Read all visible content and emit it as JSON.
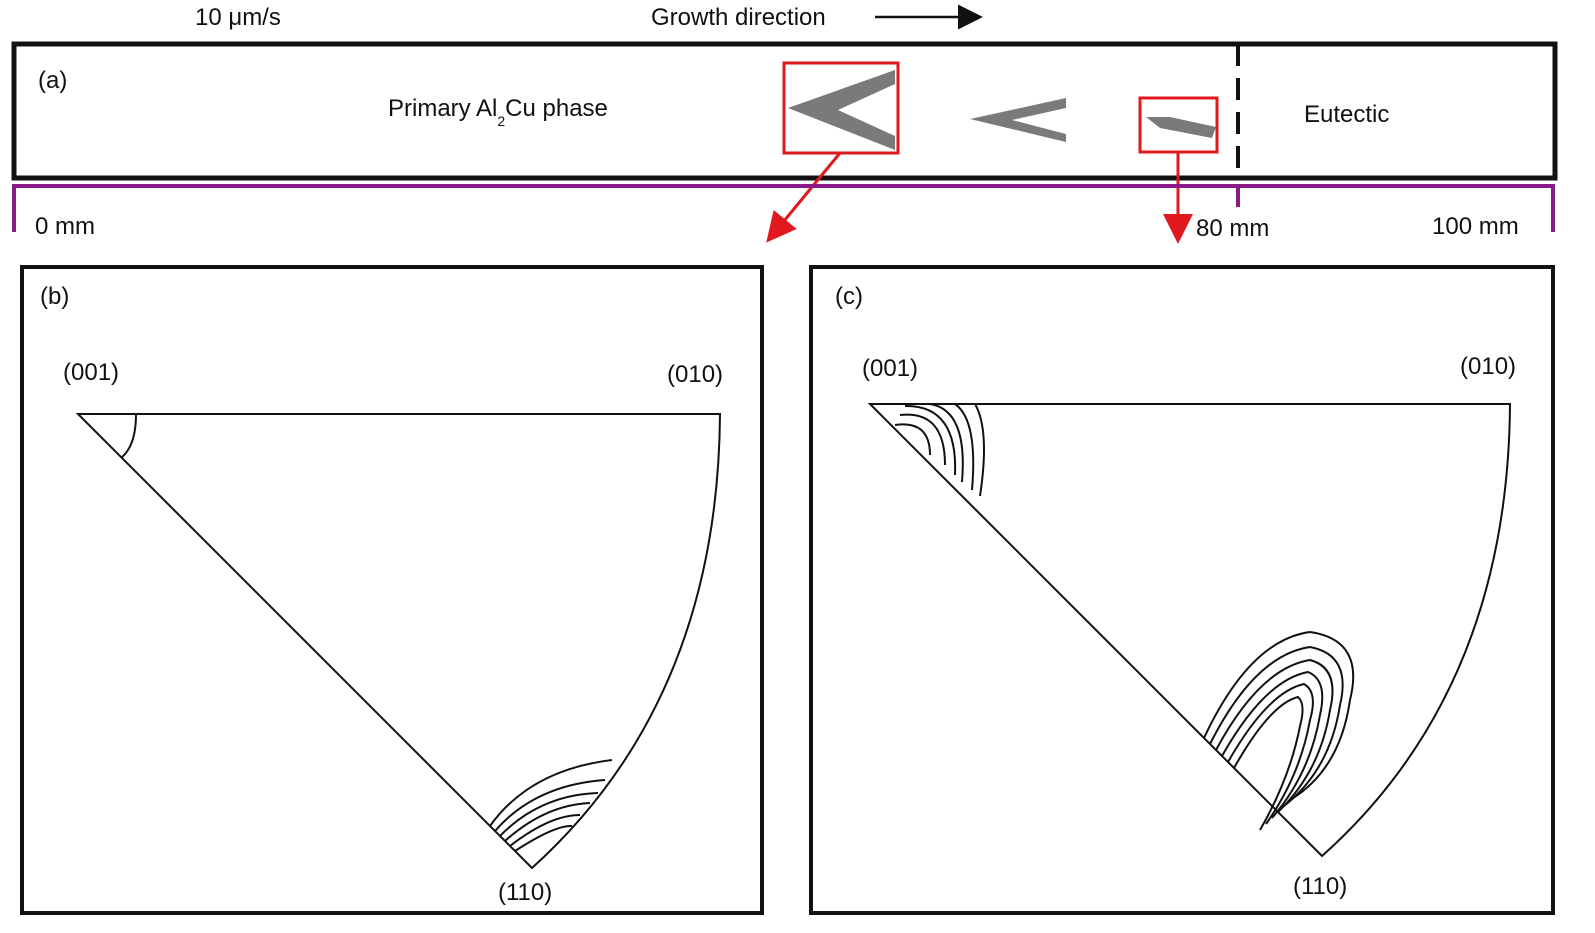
{
  "header": {
    "speed": "10 μm/s",
    "growth_direction": "Growth direction"
  },
  "panel_a": {
    "label": "(a)",
    "primary_phase_prefix": "Primary Al",
    "primary_phase_sub": "2",
    "primary_phase_suffix": "Cu phase",
    "eutectic": "Eutectic",
    "scale": {
      "start": "0 mm",
      "mid": "80 mm",
      "end": "100 mm"
    }
  },
  "panel_b": {
    "label": "(b)",
    "corner_001": "(001)",
    "corner_010": "(010)",
    "corner_110": "(110)"
  },
  "panel_c": {
    "label": "(c)",
    "corner_001": "(001)",
    "corner_010": "(010)",
    "corner_110": "(110)"
  },
  "colors": {
    "highlight": "#e0191f",
    "scale": "#8a1a86",
    "dendrite": "#7a7a7a"
  }
}
